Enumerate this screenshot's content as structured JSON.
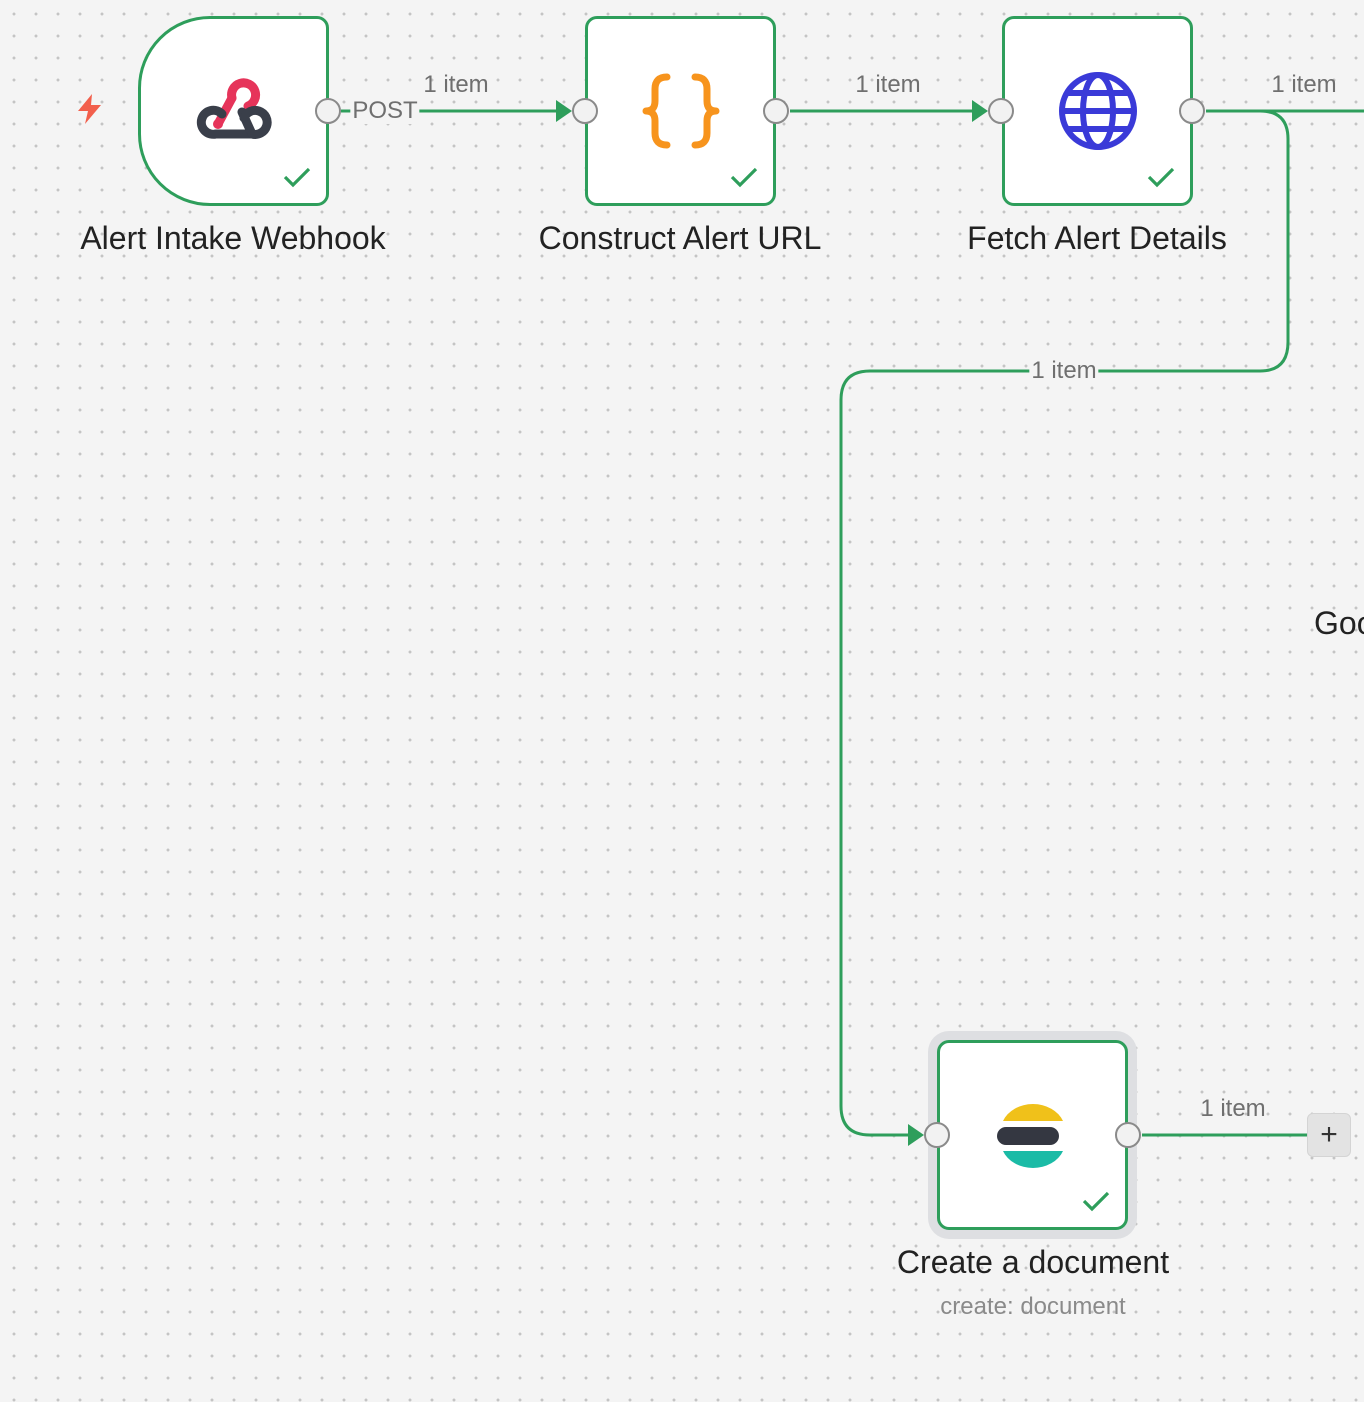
{
  "nodes": {
    "webhook": {
      "label": "Alert Intake Webhook",
      "icon": "webhook-icon",
      "output_label": "POST"
    },
    "code": {
      "label": "Construct Alert URL",
      "icon": "curly-braces-icon"
    },
    "http": {
      "label": "Fetch Alert Details",
      "icon": "globe-icon"
    },
    "elastic": {
      "label": "Create a document",
      "subtitle": "create: document",
      "icon": "elasticsearch-icon"
    },
    "offscreen": {
      "label": "Goo"
    }
  },
  "edges": {
    "webhook_to_code": "1 item",
    "code_to_http": "1 item",
    "http_to_right": "1 item",
    "http_to_elastic": "1 item",
    "elastic_out": "1 item"
  },
  "add_button": {
    "label": "+"
  },
  "colors": {
    "success": "#2e9e5b",
    "webhook_accent": "#e6345a",
    "code_accent": "#f7941d",
    "http_accent": "#3a3ad8",
    "trigger_bolt": "#f25f4c"
  }
}
